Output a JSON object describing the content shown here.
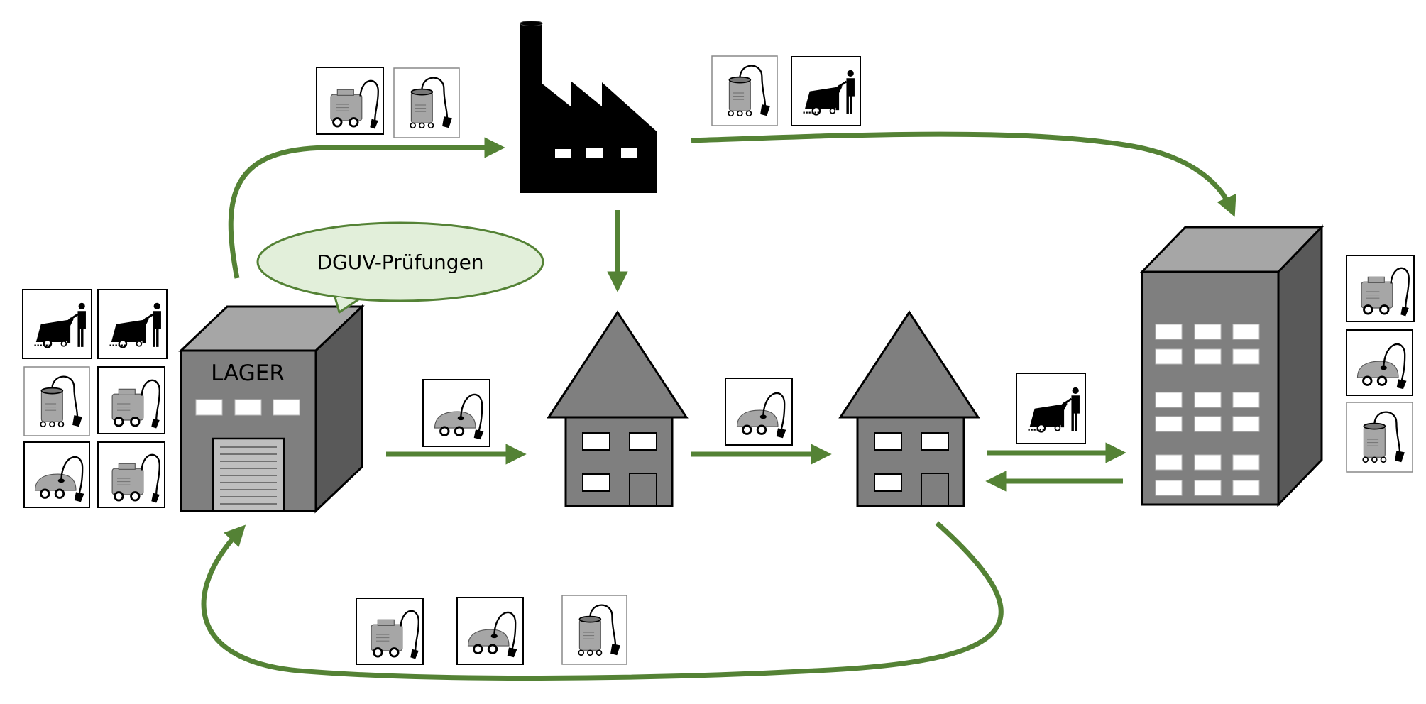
{
  "warehouse": {
    "label": "LAGER"
  },
  "callout": {
    "text": "DGUV-Prüfungen"
  },
  "colors": {
    "arrow": "#548235",
    "callout_fill": "#e2efda",
    "callout_stroke": "#548235",
    "building_front": "#7f7f7f",
    "building_side": "#595959",
    "building_top": "#a6a6a6",
    "factory": "#000000",
    "device_gray": "#a6a6a6"
  },
  "icons": [
    "scrubber-machine-icon",
    "canister-vacuum-icon",
    "barrel-vacuum-icon",
    "drum-vacuum-icon"
  ],
  "locations": [
    "warehouse",
    "factory",
    "house-1",
    "house-2",
    "office-tower"
  ]
}
